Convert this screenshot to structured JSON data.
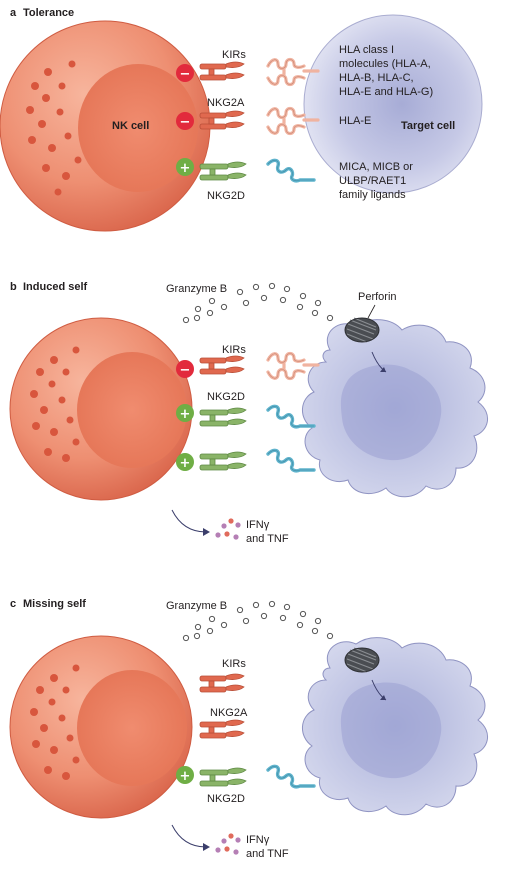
{
  "panels": [
    {
      "letter": "a",
      "title": "Tolerance",
      "nk_cell": "NK cell",
      "target_cell": "Target cell",
      "receptors": {
        "kirs": "KIRs",
        "nkg2a": "NKG2A",
        "nkg2d": "NKG2D"
      },
      "ligand_labels": {
        "hla_class_1_lines": [
          "HLA class I",
          "molecules (HLA-A,",
          "HLA-B, HLA-C,",
          "HLA-E and HLA-G)"
        ],
        "hla_e": "HLA-E",
        "mica_lines": [
          "MICA, MICB or",
          "ULBP/RAET1",
          "family ligands"
        ]
      }
    },
    {
      "letter": "b",
      "title": "Induced self",
      "granzyme": "Granzyme B",
      "perforin": "Perforin",
      "receptors": {
        "kirs": "KIRs",
        "nkg2d": "NKG2D"
      },
      "cytokines": [
        "IFNγ",
        "and TNF"
      ]
    },
    {
      "letter": "c",
      "title": "Missing self",
      "granzyme": "Granzyme B",
      "receptors": {
        "kirs": "KIRs",
        "nkg2a": "NKG2A",
        "nkg2d": "NKG2D"
      },
      "cytokines": [
        "IFNγ",
        "and TNF"
      ]
    }
  ],
  "signs": {
    "inhibitory": "−",
    "activating": "+"
  },
  "colors": {
    "nk_cell": "#ee8f72",
    "nk_nucleus": "#e97a5e",
    "target_cell": "#c8cbe6",
    "inhibitory_receptor": "#e0694f",
    "activating_receptor": "#8ab468",
    "hla_ligand": "#f0b3a0",
    "activating_ligand": "#5fb3cc",
    "inhibitory_sign": "#e22a3c",
    "activating_sign": "#6fae45",
    "perforin": "#4a4d52"
  }
}
